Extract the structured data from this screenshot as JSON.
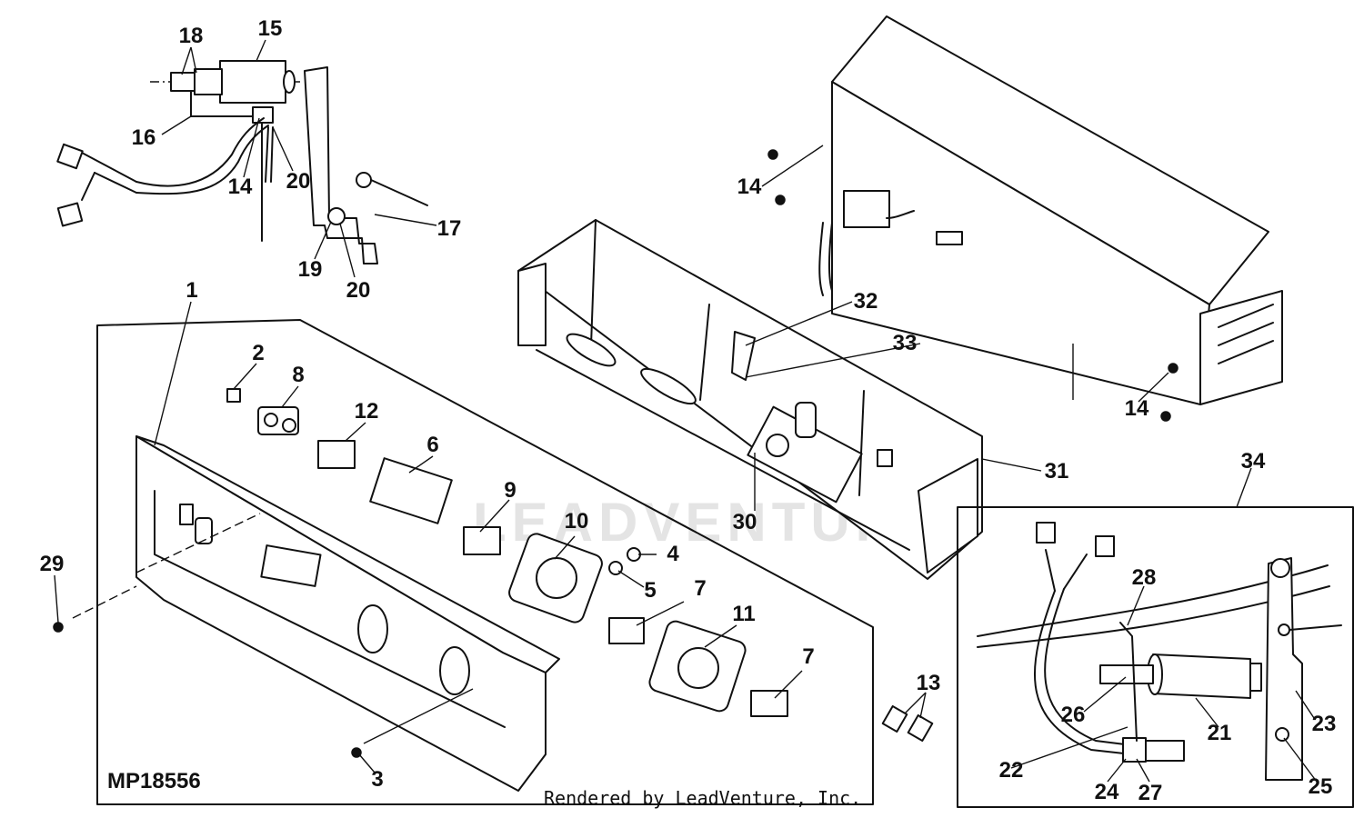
{
  "diagram": {
    "watermark": "LEADVENTURE",
    "figure_code": "MP18556",
    "credit": "Rendered by LeadVenture, Inc.",
    "callouts": {
      "c1": "1",
      "c2": "2",
      "c3": "3",
      "c4": "4",
      "c5": "5",
      "c6": "6",
      "c7a": "7",
      "c7b": "7",
      "c8": "8",
      "c9": "9",
      "c10": "10",
      "c11": "11",
      "c12": "12",
      "c13": "13",
      "c14a": "14",
      "c14b": "14",
      "c14c": "14",
      "c15": "15",
      "c16": "16",
      "c17": "17",
      "c18": "18",
      "c19": "19",
      "c20a": "20",
      "c20b": "20",
      "c21": "21",
      "c22": "22",
      "c23": "23",
      "c24": "24",
      "c25": "25",
      "c26": "26",
      "c27": "27",
      "c28": "28",
      "c29": "29",
      "c30": "30",
      "c31": "31",
      "c32": "32",
      "c33": "33",
      "c34": "34"
    }
  }
}
